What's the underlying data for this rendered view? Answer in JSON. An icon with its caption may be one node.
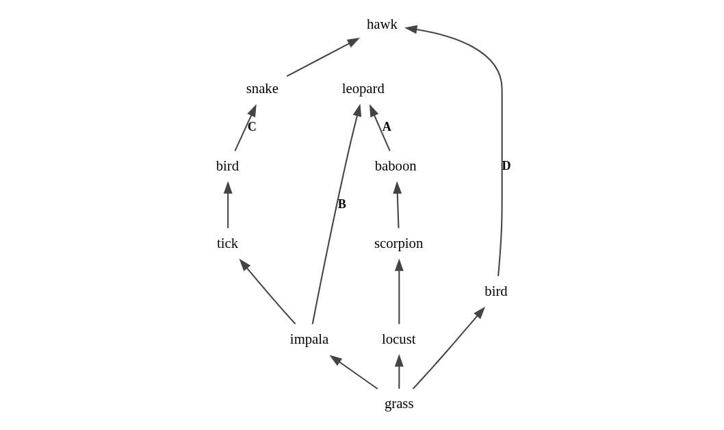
{
  "diagram": {
    "nodes": [
      {
        "text": [
          "leopard"
        ]
      },
      {
        "text": [
          "baboon"
        ]
      },
      {
        "text": [
          "hawk"
        ]
      },
      {
        "text": [
          "snake"
        ]
      },
      {
        "text": [
          "bird"
        ]
      },
      {
        "text": [
          "scorpion"
        ]
      },
      {
        "text": [
          "tick"
        ]
      },
      {
        "text": [
          "impala"
        ]
      },
      {
        "text": [
          "bird"
        ]
      },
      {
        "text": [
          "locust"
        ]
      },
      {
        "text": [
          "grass"
        ]
      }
    ],
    "edges": [
      {
        "from": 1,
        "to": 0,
        "arrow": "to",
        "label": "A"
      },
      {
        "from": 7,
        "to": 0,
        "arrow": "to",
        "label": "B"
      },
      {
        "from": 4,
        "to": 3,
        "arrow": "to",
        "label": "C"
      },
      {
        "from": 8,
        "to": 2,
        "arrow": "to",
        "label": "D"
      },
      {
        "from": 3,
        "to": 2,
        "arrow": "to"
      },
      {
        "from": 6,
        "to": 4,
        "arrow": "to"
      },
      {
        "from": 7,
        "to": 6,
        "arrow": "to"
      },
      {
        "from": 5,
        "to": 1,
        "arrow": "to"
      },
      {
        "from": 9,
        "to": 5,
        "arrow": "to"
      },
      {
        "from": 10,
        "to": 9,
        "arrow": "to"
      },
      {
        "from": 10,
        "to": 7,
        "arrow": "to"
      },
      {
        "from": 10,
        "to": 8,
        "arrow": "to"
      }
    ]
  }
}
